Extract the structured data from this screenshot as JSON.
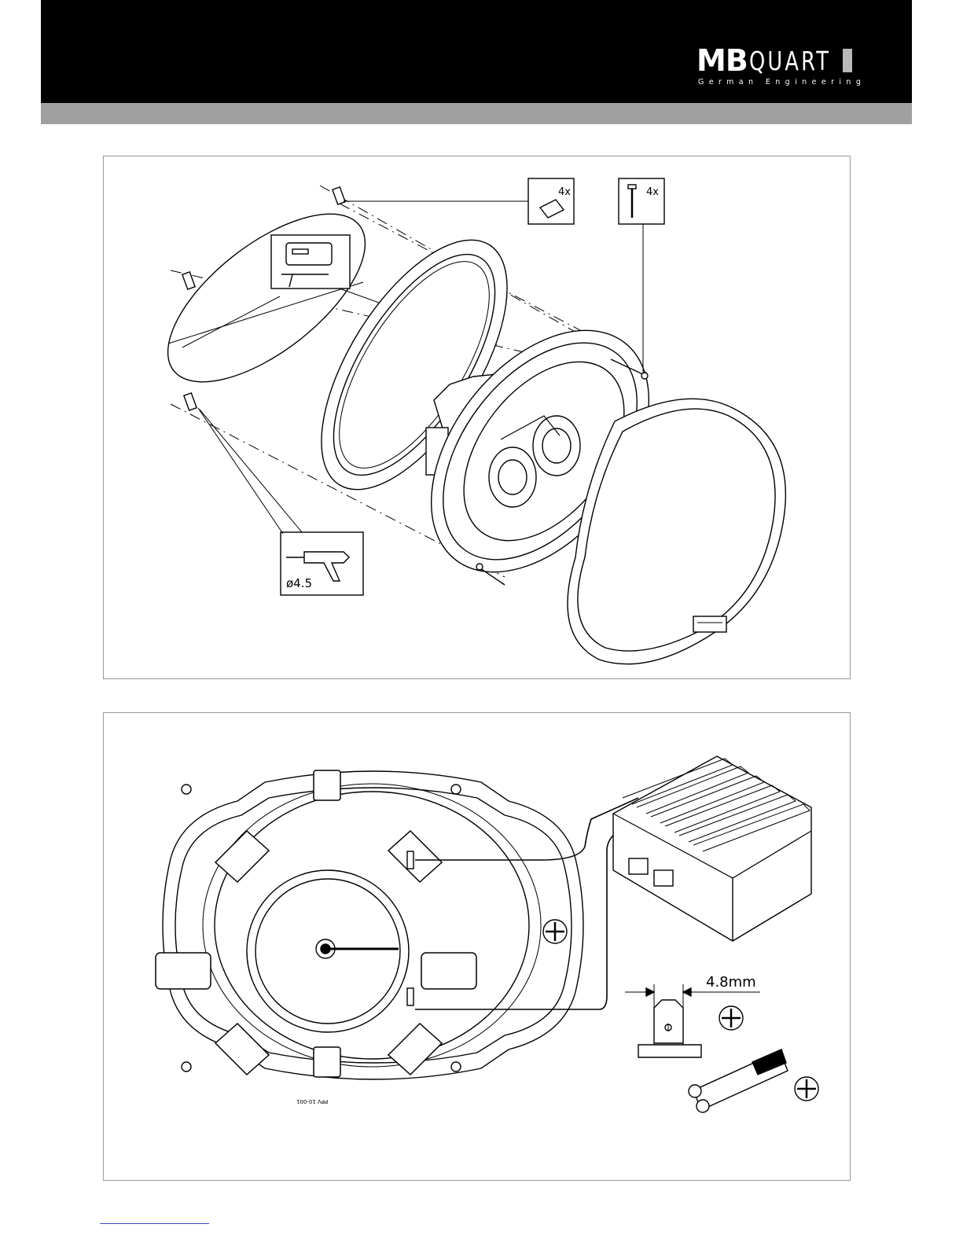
{
  "brand": {
    "mb": "MB",
    "quart": "QUART",
    "tagline": "German Engineering"
  },
  "install": {
    "clip_qty": "4x",
    "screw_qty": "4x",
    "drill_diameter": "ø4.5"
  },
  "wiring": {
    "terminal_width": "4.8mm",
    "model_code": "PPV 10-001"
  },
  "colors": {
    "header": "#000000",
    "stripe": "#a0a0a0"
  }
}
